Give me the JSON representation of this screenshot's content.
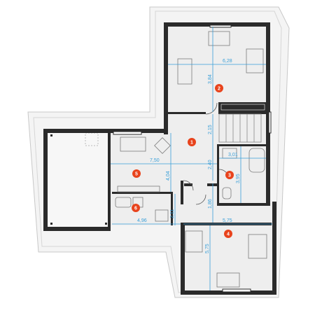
{
  "plan": {
    "colors": {
      "roof": "#f4f4f4",
      "roof_line": "#c8c8c8",
      "wall": "#2b2b2b",
      "floor": "#eeeeee",
      "dim": "#3a9fd8",
      "badge": "#e8431c",
      "furniture": "#7a7a7a"
    },
    "rooms": [
      {
        "number": "1"
      },
      {
        "number": "2"
      },
      {
        "number": "3"
      },
      {
        "number": "4"
      },
      {
        "number": "5"
      },
      {
        "number": "6"
      }
    ],
    "dimensions": [
      {
        "id": "d628",
        "text": "6,28"
      },
      {
        "id": "d384",
        "text": "3,84"
      },
      {
        "id": "d215",
        "text": "2,15"
      },
      {
        "id": "d240",
        "text": "2,40"
      },
      {
        "id": "d750",
        "text": "7,50"
      },
      {
        "id": "d404",
        "text": "4,04"
      },
      {
        "id": "d301",
        "text": "3,01"
      },
      {
        "id": "d395",
        "text": "3,95"
      },
      {
        "id": "d186",
        "text": "1,86"
      },
      {
        "id": "d496",
        "text": "4,96"
      },
      {
        "id": "d211",
        "text": "2,11"
      },
      {
        "id": "d575h",
        "text": "5,75"
      },
      {
        "id": "d575v",
        "text": "5,75"
      }
    ]
  }
}
